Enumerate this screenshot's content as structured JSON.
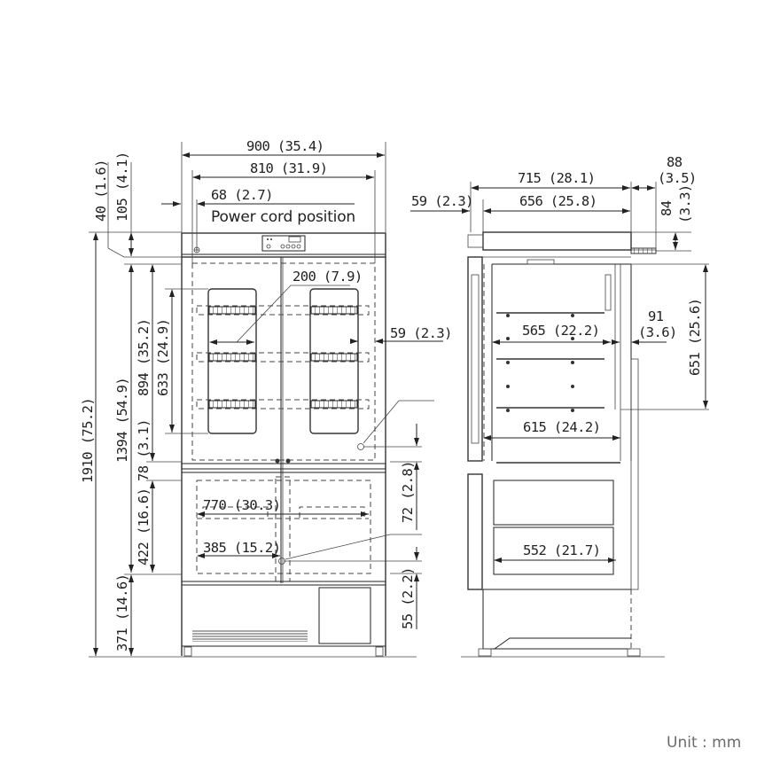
{
  "unit_note": "Unit : mm",
  "front_view": {
    "dimensions": {
      "overall_width": "900 (35.4)",
      "inner_width": "810 (31.9)",
      "power_cord_offset": "68 (2.7)",
      "power_cord_label": "Power cord position",
      "top_40": "40 (1.6)",
      "top_105": "105 (4.1)",
      "total_height": "1910 (75.2)",
      "height_1394": "1394 (54.9)",
      "upper_894": "894 (35.2)",
      "window_633": "633 (24.9)",
      "mid_78": "78 (3.1)",
      "lower_422": "422 (16.6)",
      "base_371": "371 (14.6)",
      "window_width_200": "200 (7.9)",
      "side_59": "59 (2.3)",
      "lower_width_770": "770 (30.3)",
      "half_width_385": "385 (15.2)",
      "lock_72": "72 (2.8)",
      "lock_55": "55 (2.2)"
    }
  },
  "side_view": {
    "dimensions": {
      "depth_715": "715 (28.1)",
      "rear_88_a": "88",
      "rear_88_b": "(3.5)",
      "door_59": "59 (2.3)",
      "inner_656": "656 (25.8)",
      "top_84_a": "84",
      "top_84_b": "(3.3)",
      "shelf_565": "565 (22.2)",
      "gap_91_a": "91",
      "gap_91_b": "(3.6)",
      "height_651": "651 (25.6)",
      "shelf_615": "615 (24.2)",
      "drawer_552": "552 (21.7)"
    }
  }
}
